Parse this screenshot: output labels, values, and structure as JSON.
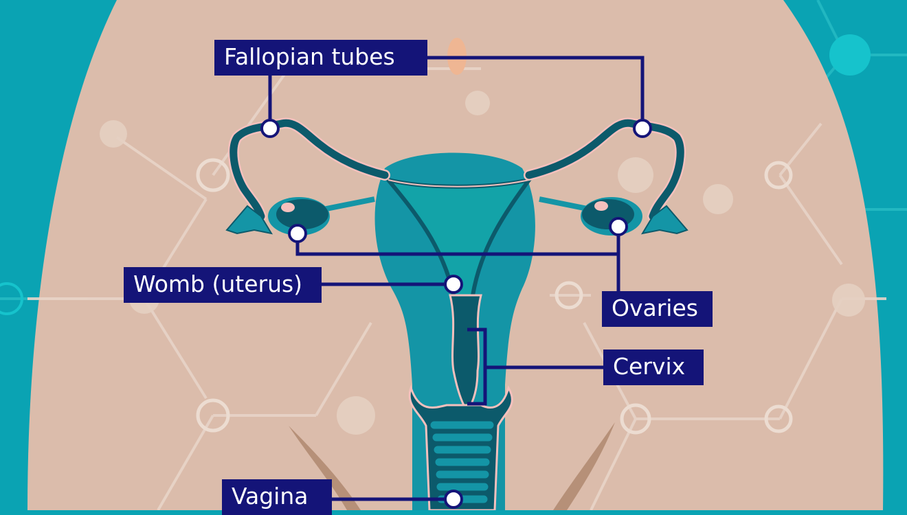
{
  "diagram": {
    "subject": "Female reproductive system",
    "colors": {
      "background_teal": "#0aa3b3",
      "body_skin": "#dbbcab",
      "organ_teal": "#1495a6",
      "organ_dark": "#0c5a6b",
      "organ_inner": "#13a3a8",
      "outline_pink": "#f5c0bd",
      "label_bg": "#141478",
      "label_text": "#ffffff",
      "marker_fill": "#ffffff"
    },
    "labels": {
      "fallopian_tubes": "Fallopian tubes",
      "womb": "Womb (uterus)",
      "ovaries": "Ovaries",
      "cervix": "Cervix",
      "vagina": "Vagina"
    }
  }
}
